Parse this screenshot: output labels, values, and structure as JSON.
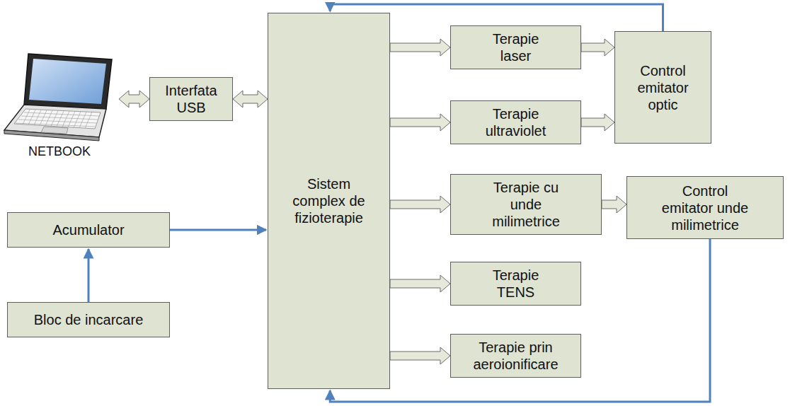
{
  "diagram": {
    "nodes": [
      {
        "text": [
          "NETBOOK"
        ]
      },
      {
        "text": [
          "Interfata USB"
        ]
      },
      {
        "text": [
          "Sistem complex de fizioterapie"
        ]
      },
      {
        "text": [
          "Acumulator"
        ]
      },
      {
        "text": [
          "Bloc de incarcare"
        ]
      },
      {
        "text": [
          "Terapie laser"
        ]
      },
      {
        "text": [
          "Terapie ultraviolet"
        ]
      },
      {
        "text": [
          "Control emitator optic"
        ]
      },
      {
        "text": [
          "Terapie cu unde milimetrice"
        ]
      },
      {
        "text": [
          "Control emitator unde milimetrice"
        ]
      },
      {
        "text": [
          "Terapie TENS"
        ]
      },
      {
        "text": [
          "Terapie prin aeroionificare"
        ]
      }
    ],
    "edges": [
      {
        "from": 0,
        "to": 1,
        "arrow": "both"
      },
      {
        "from": 1,
        "to": 2,
        "arrow": "both"
      },
      {
        "from": 4,
        "to": 3,
        "arrow": "to"
      },
      {
        "from": 3,
        "to": 2,
        "arrow": "to"
      },
      {
        "from": 2,
        "to": 5,
        "arrow": "to"
      },
      {
        "from": 2,
        "to": 6,
        "arrow": "to"
      },
      {
        "from": 2,
        "to": 8,
        "arrow": "to"
      },
      {
        "from": 2,
        "to": 10,
        "arrow": "to"
      },
      {
        "from": 2,
        "to": 11,
        "arrow": "to"
      },
      {
        "from": 5,
        "to": 7,
        "arrow": "to"
      },
      {
        "from": 6,
        "to": 7,
        "arrow": "to"
      },
      {
        "from": 8,
        "to": 9,
        "arrow": "to"
      },
      {
        "from": 7,
        "to": 2,
        "arrow": "to"
      },
      {
        "from": 9,
        "to": 2,
        "arrow": "to"
      }
    ]
  }
}
